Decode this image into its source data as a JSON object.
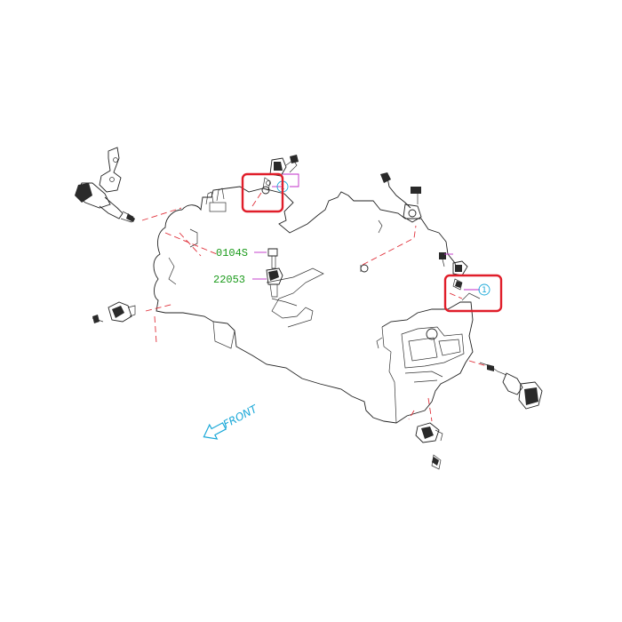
{
  "labels": {
    "part_0104s": "0104S",
    "part_22053": "22053",
    "front": "FRONT",
    "callout_top": "1",
    "callout_right": "1"
  },
  "colors": {
    "outline": "#222222",
    "dashed_lines": "#e0303a",
    "highlight_boxes": "#e01e2a",
    "part_numbers": "#1a9a1a",
    "leaders": "#c02ec8",
    "front_arrow": "#1aa8d8",
    "callouts": "#1aa8d8"
  },
  "icons": {
    "front_arrow": "front-arrow-icon",
    "callout": "circled-number-icon"
  }
}
